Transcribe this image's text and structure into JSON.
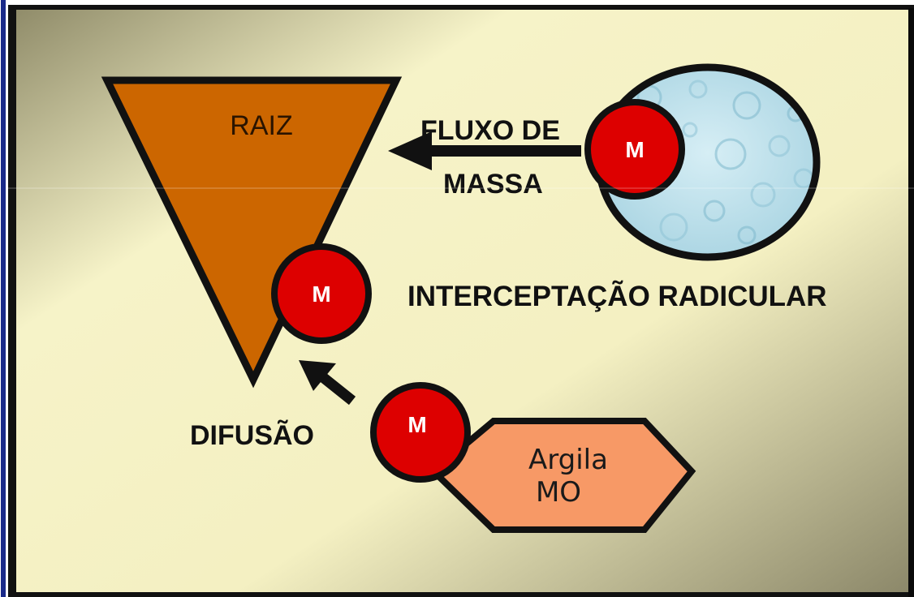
{
  "labels": {
    "raiz": "RAIZ",
    "fluxo_line1": "FLUXO DE",
    "fluxo_line2": "MASSA",
    "interceptacao": "INTERCEPTAÇÃO RADICULAR",
    "difusao": "DIFUSÃO",
    "argila_line1": "Argila",
    "argila_line2": "MO",
    "nutrient": "M"
  },
  "colors": {
    "background_light": "#f6f3c8",
    "background_dark": "#8e8a68",
    "root": "#cc6600",
    "nutrient": "#dd0000",
    "water": "#b8dde8",
    "argila": "#f79966",
    "outline": "#111111",
    "left_border": "#1a2a8a"
  }
}
